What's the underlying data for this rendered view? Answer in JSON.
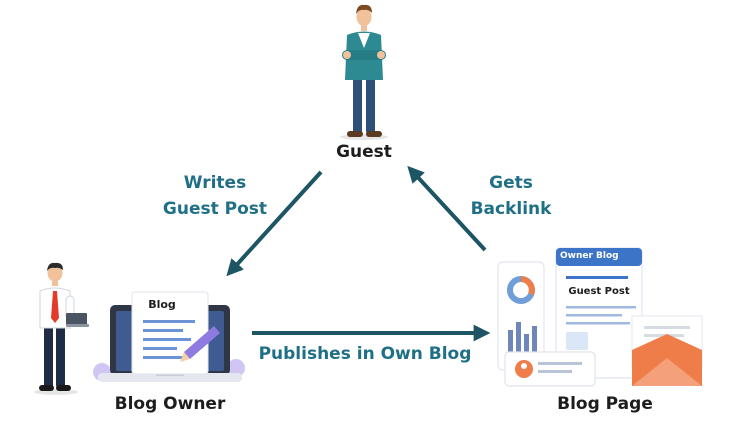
{
  "nodes": {
    "guest": {
      "label": "Guest"
    },
    "blog_owner": {
      "label": "Blog Owner"
    },
    "blog_page": {
      "label": "Blog Page"
    }
  },
  "edges": {
    "writes_guest_post": {
      "line1": "Writes",
      "line2": "Guest Post"
    },
    "gets_backlink": {
      "line1": "Gets",
      "line2": "Backlink"
    },
    "publishes": {
      "label": "Publishes in Own Blog"
    }
  },
  "laptop_doc": {
    "title": "Blog"
  },
  "blog_page_window": {
    "header": "Owner Blog",
    "post_title": "Guest Post"
  },
  "colors": {
    "arrow": "#1d5565",
    "teal_text": "#1f6f86",
    "dark_text": "#1d1d1d",
    "accent_blue": "#3c74c8",
    "accent_orange": "#ef7d49"
  }
}
